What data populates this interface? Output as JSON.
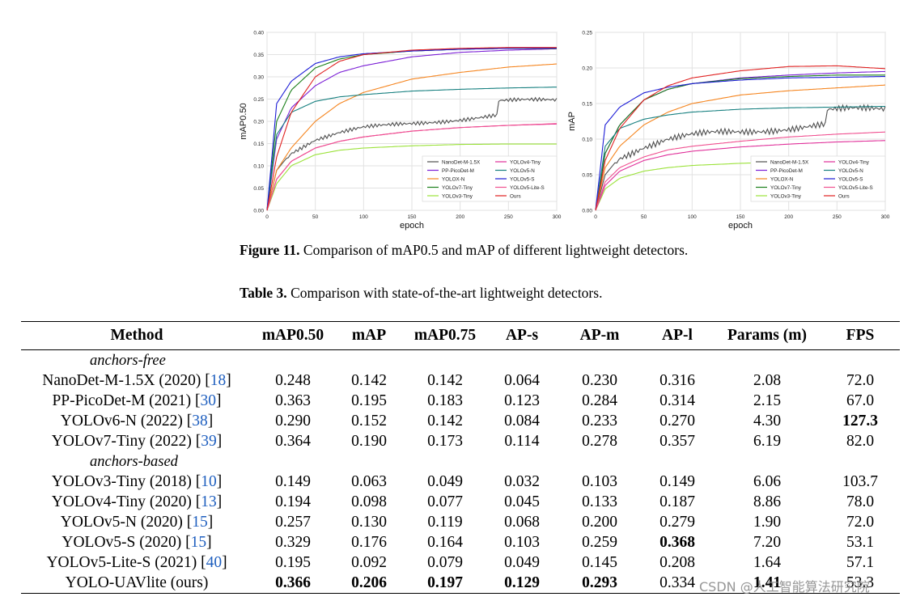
{
  "chart_data": [
    {
      "type": "line",
      "title": "",
      "xlabel": "epoch",
      "ylabel": "mAP0.50",
      "xlim": [
        0,
        300
      ],
      "ylim": [
        0,
        0.4
      ],
      "xticks": [
        "0",
        "50",
        "100",
        "150",
        "200",
        "250",
        "300"
      ],
      "yticks": [
        "0.00",
        "0.05",
        "0.10",
        "0.15",
        "0.20",
        "0.25",
        "0.30",
        "0.35",
        "0.40"
      ],
      "grid": true,
      "legend_position": "bottom-right",
      "series": [
        {
          "name": "NanoDet-M-1.5X",
          "color": "#505050",
          "noisy": true,
          "x": [
            0,
            10,
            25,
            50,
            75,
            100,
            125,
            150,
            175,
            200,
            225,
            239,
            240,
            260,
            300
          ],
          "y": [
            0,
            0.09,
            0.13,
            0.16,
            0.175,
            0.185,
            0.19,
            0.195,
            0.2,
            0.205,
            0.21,
            0.213,
            0.245,
            0.246,
            0.248
          ]
        },
        {
          "name": "PP-PicoDet-M",
          "color": "#7b1fd6",
          "x": [
            0,
            10,
            25,
            50,
            75,
            100,
            150,
            200,
            250,
            300
          ],
          "y": [
            0,
            0.16,
            0.23,
            0.28,
            0.31,
            0.325,
            0.345,
            0.355,
            0.36,
            0.363
          ]
        },
        {
          "name": "YOLOX-N",
          "color": "#f5851f",
          "x": [
            0,
            10,
            25,
            50,
            75,
            100,
            150,
            200,
            250,
            300
          ],
          "y": [
            0,
            0.09,
            0.14,
            0.2,
            0.24,
            0.265,
            0.295,
            0.31,
            0.322,
            0.329
          ]
        },
        {
          "name": "YOLOv7-Tiny",
          "color": "#1a7f1a",
          "x": [
            0,
            10,
            25,
            50,
            75,
            100,
            150,
            200,
            250,
            300
          ],
          "y": [
            0,
            0.2,
            0.27,
            0.32,
            0.34,
            0.35,
            0.358,
            0.362,
            0.364,
            0.364
          ]
        },
        {
          "name": "YOLOv3-Tiny",
          "color": "#9be23a",
          "x": [
            0,
            10,
            25,
            50,
            75,
            100,
            150,
            200,
            250,
            300
          ],
          "y": [
            0,
            0.06,
            0.1,
            0.125,
            0.135,
            0.14,
            0.145,
            0.148,
            0.149,
            0.149
          ]
        },
        {
          "name": "YOLOv4-Tiny",
          "color": "#e0309a",
          "x": [
            0,
            10,
            25,
            50,
            75,
            100,
            150,
            200,
            250,
            300
          ],
          "y": [
            0,
            0.07,
            0.11,
            0.14,
            0.155,
            0.165,
            0.178,
            0.186,
            0.191,
            0.194
          ]
        },
        {
          "name": "YOLOv5-N",
          "color": "#178080",
          "x": [
            0,
            10,
            25,
            50,
            75,
            100,
            150,
            200,
            250,
            300
          ],
          "y": [
            0,
            0.17,
            0.22,
            0.245,
            0.255,
            0.26,
            0.268,
            0.272,
            0.275,
            0.277
          ]
        },
        {
          "name": "YOLOv5-S",
          "color": "#1c1cd6",
          "x": [
            0,
            10,
            25,
            50,
            75,
            100,
            150,
            200,
            250,
            300
          ],
          "y": [
            0,
            0.24,
            0.29,
            0.33,
            0.345,
            0.352,
            0.358,
            0.362,
            0.364,
            0.365
          ]
        },
        {
          "name": "YOLOv5-Lite-S",
          "color": "#f05090",
          "x": [
            0,
            10,
            25,
            50,
            75,
            100,
            150,
            200,
            250,
            300
          ],
          "y": [
            0,
            0.07,
            0.11,
            0.14,
            0.155,
            0.165,
            0.178,
            0.186,
            0.191,
            0.195
          ]
        },
        {
          "name": "Ours",
          "color": "#e02020",
          "x": [
            0,
            10,
            25,
            50,
            75,
            100,
            150,
            200,
            250,
            300
          ],
          "y": [
            0,
            0.12,
            0.22,
            0.3,
            0.335,
            0.35,
            0.36,
            0.364,
            0.366,
            0.366
          ]
        }
      ]
    },
    {
      "type": "line",
      "title": "",
      "xlabel": "epoch",
      "ylabel": "mAP",
      "xlim": [
        0,
        300
      ],
      "ylim": [
        0,
        0.25
      ],
      "xticks": [
        "0",
        "50",
        "100",
        "150",
        "200",
        "250",
        "300"
      ],
      "yticks": [
        "0.00",
        "0.05",
        "0.10",
        "0.15",
        "0.20",
        "0.25"
      ],
      "grid": true,
      "legend_position": "bottom-right",
      "series": [
        {
          "name": "NanoDet-M-1.5X",
          "color": "#505050",
          "noisy": true,
          "x": [
            0,
            10,
            25,
            50,
            75,
            100,
            125,
            150,
            175,
            200,
            225,
            239,
            240,
            260,
            300
          ],
          "y": [
            0,
            0.05,
            0.075,
            0.09,
            0.1,
            0.105,
            0.108,
            0.11,
            0.113,
            0.116,
            0.119,
            0.12,
            0.14,
            0.141,
            0.142
          ]
        },
        {
          "name": "PP-PicoDet-M",
          "color": "#7b1fd6",
          "x": [
            0,
            10,
            25,
            50,
            75,
            100,
            150,
            200,
            250,
            300
          ],
          "y": [
            0,
            0.08,
            0.12,
            0.155,
            0.17,
            0.178,
            0.186,
            0.19,
            0.193,
            0.195
          ]
        },
        {
          "name": "YOLOX-N",
          "color": "#f5851f",
          "x": [
            0,
            10,
            25,
            50,
            75,
            100,
            150,
            200,
            250,
            300
          ],
          "y": [
            0,
            0.06,
            0.09,
            0.12,
            0.138,
            0.15,
            0.162,
            0.168,
            0.172,
            0.176
          ]
        },
        {
          "name": "YOLOv7-Tiny",
          "color": "#1a7f1a",
          "x": [
            0,
            10,
            25,
            50,
            75,
            100,
            150,
            200,
            250,
            300
          ],
          "y": [
            0,
            0.08,
            0.12,
            0.155,
            0.17,
            0.178,
            0.185,
            0.188,
            0.19,
            0.19
          ]
        },
        {
          "name": "YOLOv3-Tiny",
          "color": "#9be23a",
          "x": [
            0,
            10,
            25,
            50,
            75,
            100,
            150,
            200,
            250,
            300
          ],
          "y": [
            0,
            0.03,
            0.045,
            0.055,
            0.06,
            0.063,
            0.066,
            0.068,
            0.07,
            0.072
          ]
        },
        {
          "name": "YOLOv4-Tiny",
          "color": "#e0309a",
          "x": [
            0,
            10,
            25,
            50,
            75,
            100,
            150,
            200,
            250,
            300
          ],
          "y": [
            0,
            0.035,
            0.055,
            0.07,
            0.078,
            0.083,
            0.089,
            0.093,
            0.096,
            0.098
          ]
        },
        {
          "name": "YOLOv5-N",
          "color": "#178080",
          "x": [
            0,
            10,
            25,
            50,
            75,
            100,
            150,
            200,
            250,
            300
          ],
          "y": [
            0,
            0.09,
            0.115,
            0.128,
            0.134,
            0.138,
            0.142,
            0.144,
            0.145,
            0.146
          ]
        },
        {
          "name": "YOLOv5-S",
          "color": "#1c1cd6",
          "x": [
            0,
            10,
            25,
            50,
            75,
            100,
            150,
            200,
            250,
            300
          ],
          "y": [
            0,
            0.12,
            0.145,
            0.165,
            0.173,
            0.178,
            0.183,
            0.186,
            0.187,
            0.188
          ]
        },
        {
          "name": "YOLOv5-Lite-S",
          "color": "#f05090",
          "x": [
            0,
            10,
            25,
            50,
            75,
            100,
            150,
            200,
            250,
            300
          ],
          "y": [
            0,
            0.04,
            0.06,
            0.075,
            0.085,
            0.09,
            0.097,
            0.103,
            0.107,
            0.11
          ]
        },
        {
          "name": "Ours",
          "color": "#e02020",
          "x": [
            0,
            10,
            25,
            50,
            75,
            100,
            150,
            200,
            250,
            300
          ],
          "y": [
            0,
            0.07,
            0.115,
            0.155,
            0.175,
            0.186,
            0.196,
            0.202,
            0.203,
            0.199
          ]
        }
      ]
    }
  ],
  "figure_caption": {
    "label": "Figure 11.",
    "text": " Comparison of mAP0.5 and mAP of different lightweight detectors."
  },
  "table_caption": {
    "label": "Table 3.",
    "text": " Comparison with state-of-the-art lightweight detectors."
  },
  "table": {
    "headers": [
      "Method",
      "mAP0.50",
      "mAP",
      "mAP0.75",
      "AP-s",
      "AP-m",
      "AP-l",
      "Params (m)",
      "FPS"
    ],
    "groups": [
      {
        "label": "anchors-free",
        "rows": [
          {
            "method": "NanoDet-M-1.5X (2020) [",
            "ref": "18",
            "values": [
              "0.248",
              "0.142",
              "0.142",
              "0.064",
              "0.230",
              "0.316",
              "2.08",
              "72.0"
            ],
            "bold": []
          },
          {
            "method": "PP-PicoDet-M (2021) [",
            "ref": "30",
            "values": [
              "0.363",
              "0.195",
              "0.183",
              "0.123",
              "0.284",
              "0.314",
              "2.15",
              "67.0"
            ],
            "bold": []
          },
          {
            "method": "YOLOv6-N (2022) [",
            "ref": "38",
            "values": [
              "0.290",
              "0.152",
              "0.142",
              "0.084",
              "0.233",
              "0.270",
              "4.30",
              "127.3"
            ],
            "bold": [
              7
            ]
          },
          {
            "method": "YOLOv7-Tiny (2022) [",
            "ref": "39",
            "values": [
              "0.364",
              "0.190",
              "0.173",
              "0.114",
              "0.278",
              "0.357",
              "6.19",
              "82.0"
            ],
            "bold": []
          }
        ]
      },
      {
        "label": "anchors-based",
        "rows": [
          {
            "method": "YOLOv3-Tiny (2018) [",
            "ref": "10",
            "values": [
              "0.149",
              "0.063",
              "0.049",
              "0.032",
              "0.103",
              "0.149",
              "6.06",
              "103.7"
            ],
            "bold": []
          },
          {
            "method": "YOLOv4-Tiny (2020) [",
            "ref": "13",
            "values": [
              "0.194",
              "0.098",
              "0.077",
              "0.045",
              "0.133",
              "0.187",
              "8.86",
              "78.0"
            ],
            "bold": []
          },
          {
            "method": "YOLOv5-N (2020) [",
            "ref": "15",
            "values": [
              "0.257",
              "0.130",
              "0.119",
              "0.068",
              "0.200",
              "0.279",
              "1.90",
              "72.0"
            ],
            "bold": []
          },
          {
            "method": "YOLOv5-S (2020) [",
            "ref": "15",
            "values": [
              "0.329",
              "0.176",
              "0.164",
              "0.103",
              "0.259",
              "0.368",
              "7.20",
              "53.1"
            ],
            "bold": [
              5
            ]
          },
          {
            "method": "YOLOv5-Lite-S (2021) [",
            "ref": "40",
            "values": [
              "0.195",
              "0.092",
              "0.079",
              "0.049",
              "0.145",
              "0.208",
              "1.64",
              "57.1"
            ],
            "bold": []
          },
          {
            "method": "YOLO-UAVlite (ours)",
            "ref": "",
            "values": [
              "0.366",
              "0.206",
              "0.197",
              "0.129",
              "0.293",
              "0.334",
              "1.41",
              "53.3"
            ],
            "bold": [
              0,
              1,
              2,
              3,
              4,
              6
            ]
          }
        ]
      }
    ]
  },
  "watermark": "CSDN @人工智能算法研究院"
}
